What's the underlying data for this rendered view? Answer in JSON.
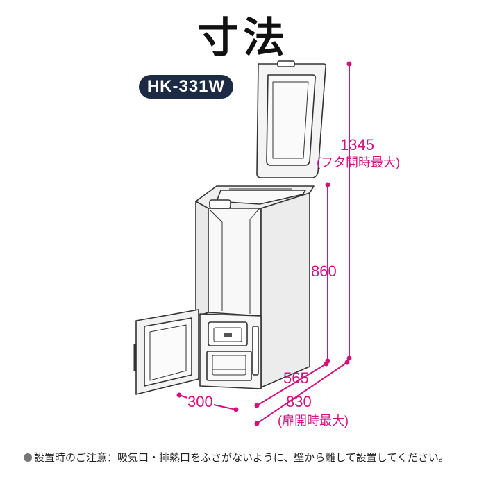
{
  "title": "寸法",
  "model": "HK-331W",
  "dimensions": {
    "height_lid_open": "1345",
    "height_lid_open_note": "(フタ開時最大)",
    "height": "860",
    "depth": "565",
    "depth_door_open": "830",
    "depth_door_open_note": "(扉開時最大)",
    "width": "300"
  },
  "note": "設置時のご注意：吸気口・排熱口をふさがないように、壁から離して設置してください。",
  "colors": {
    "dimension": "#d1137f",
    "badge": "#1d2a44",
    "outline": "#333333"
  }
}
